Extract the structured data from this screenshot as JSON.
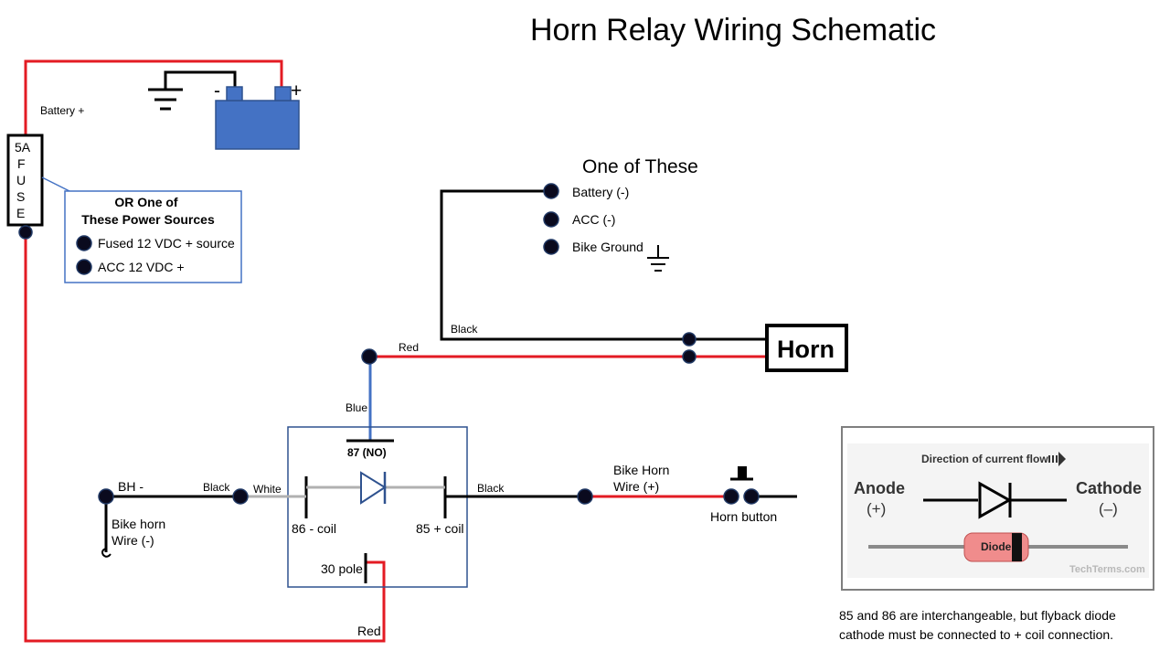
{
  "title": "Horn Relay Wiring Schematic",
  "battery": {
    "label": "Battery +",
    "neg_sign": "-",
    "pos_sign": "+"
  },
  "fuse": {
    "letters": [
      "5A",
      "F",
      "U",
      "S",
      "E"
    ]
  },
  "power_sources": {
    "heading_line1": "OR One of",
    "heading_line2": "These Power Sources",
    "items": [
      "Fused 12 VDC + source",
      "ACC 12 VDC +"
    ]
  },
  "ground_options": {
    "heading": "One of These",
    "items": [
      "Battery (-)",
      "ACC (-)",
      "Bike Ground"
    ]
  },
  "wires": {
    "black_top": "Black",
    "red_top": "Red",
    "blue": "Blue",
    "bh_black": "Black",
    "white": "White",
    "right_black": "Black",
    "bottom_red": "Red"
  },
  "horn": {
    "label": "Horn"
  },
  "relay": {
    "pin87": "87 (NO)",
    "pin86": "86 - coil",
    "pin85": "85 + coil",
    "pin30": "30 pole"
  },
  "bike_horn": {
    "bh_label": "BH -",
    "wire_neg_line1": "Bike horn",
    "wire_neg_line2": "Wire (-)",
    "wire_pos_line1": "Bike Horn",
    "wire_pos_line2": "Wire (+)",
    "button": "Horn button"
  },
  "diode_inset": {
    "flow": "Direction of current flow",
    "anode": "Anode",
    "anode_sign": "(+)",
    "cathode": "Cathode",
    "cathode_sign": "(–)",
    "diode": "Diode",
    "credit": "TechTerms.com"
  },
  "note": {
    "line1": "85 and 86 are interchangeable, but flyback diode",
    "line2": "cathode must be connected to + coil connection."
  },
  "colors": {
    "red_wire": "#e31b23",
    "black_wire": "#000000",
    "blue_wire": "#4472c4",
    "white_wire": "#b0b0b0",
    "battery": "#4472c4",
    "battery_border": "#2f528f",
    "diode_body": "#f08c8c"
  }
}
